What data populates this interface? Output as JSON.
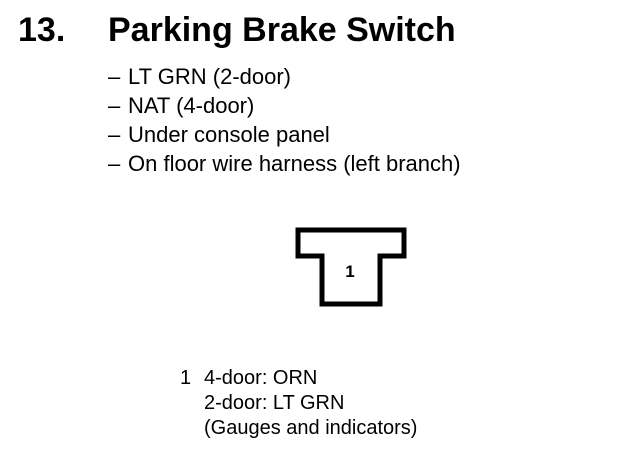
{
  "heading": {
    "number": "13.",
    "title": "Parking Brake Switch"
  },
  "details": [
    {
      "dash": "–",
      "text": "LT GRN (2-door)"
    },
    {
      "dash": "–",
      "text": "NAT (4-door)"
    },
    {
      "dash": "–",
      "text": "Under console panel"
    },
    {
      "dash": "–",
      "text": "On floor wire harness (left branch)"
    }
  ],
  "connector": {
    "pin_label": "1",
    "stroke_color": "#000000"
  },
  "pins": [
    {
      "number": "1",
      "lines": [
        "4-door: ORN",
        "2-door: LT GRN",
        "(Gauges and indicators)"
      ]
    }
  ]
}
